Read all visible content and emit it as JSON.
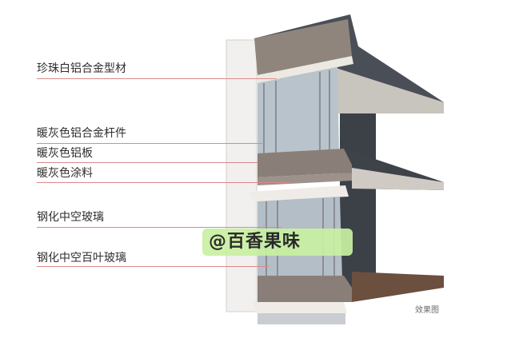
{
  "labels": [
    "珍珠白铝合金型材",
    "暖灰色铝合金杆件",
    "暖灰色铝板",
    "暖灰色涂料",
    "钢化中空玻璃",
    "钢化中空百叶玻璃"
  ],
  "caption": "效果图",
  "watermark": "@百香果味",
  "colors": {
    "leader_line": "#d98a8a",
    "pearl_white": "#f2f0ec",
    "warm_gray": "#8a7f78",
    "slab": "#3a3f46",
    "glass": "#b8c2ca"
  }
}
